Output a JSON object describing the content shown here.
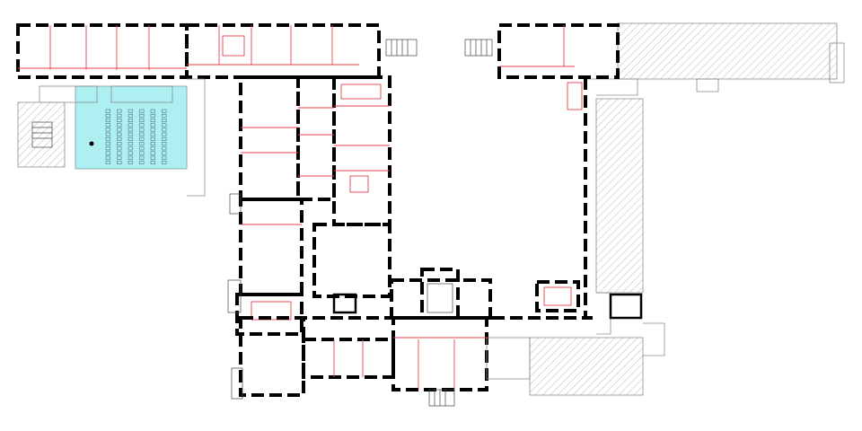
{
  "colors": {
    "background": "#ffffff",
    "walls": "#000000",
    "partitions": "#e8414a",
    "highlighted_room": "#aeeff1",
    "existing_structure_hatch": "#9a9a9a"
  },
  "legend": {},
  "highlighted_space": {
    "kind": "lecture-hall-with-seating",
    "seat_rows": 12,
    "seats_per_row": 6
  },
  "icons": [
    "staircase-icon",
    "hatched-area-pattern"
  ]
}
